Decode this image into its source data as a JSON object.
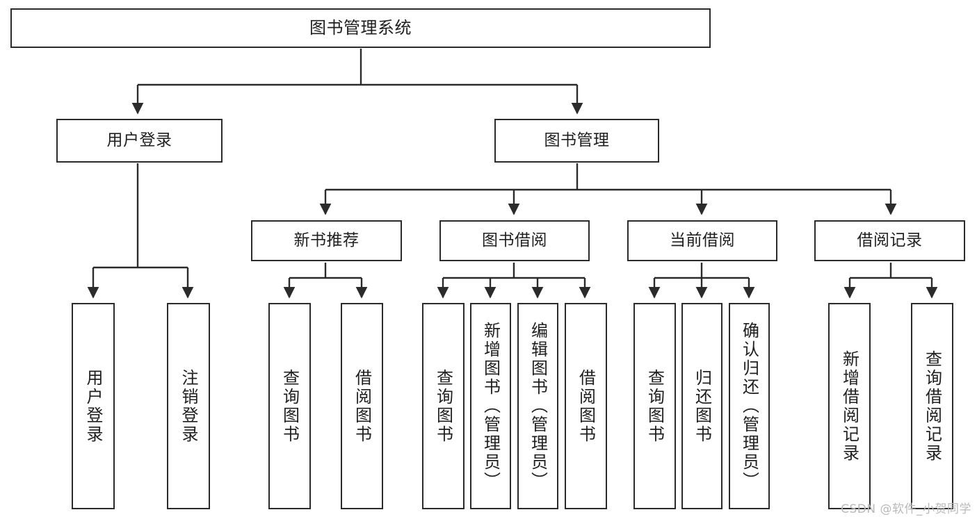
{
  "diagram": {
    "title": "图书管理系统",
    "type": "tree-hierarchy",
    "watermark": "CSDN @软件_小贺同学",
    "colors": {
      "box_border": "#2b2b2b",
      "box_fill": "#ffffff",
      "edge": "#2b2b2b",
      "text": "#1f1f1f",
      "watermark": "#b9b9b9",
      "background": "#ffffff"
    },
    "nodes": {
      "root": {
        "label": "图书管理系统"
      },
      "level1": [
        {
          "id": "user-login",
          "label": "用户登录"
        },
        {
          "id": "book-manage",
          "label": "图书管理"
        }
      ],
      "level2": [
        {
          "id": "new-book-recommend",
          "label": "新书推荐"
        },
        {
          "id": "book-borrow",
          "label": "图书借阅"
        },
        {
          "id": "current-borrow",
          "label": "当前借阅"
        },
        {
          "id": "borrow-record",
          "label": "借阅记录"
        }
      ],
      "leaves": {
        "user-login": [
          {
            "id": "leaf-user-login",
            "label": "用户登录"
          },
          {
            "id": "leaf-user-logout",
            "label": "注销登录"
          }
        ],
        "new-book-recommend": [
          {
            "id": "leaf-query-book-1",
            "label": "查询图书"
          },
          {
            "id": "leaf-borrow-book-1",
            "label": "借阅图书"
          }
        ],
        "book-borrow": [
          {
            "id": "leaf-query-book-2",
            "label": "查询图书"
          },
          {
            "id": "leaf-add-book",
            "label": "新增图书（管理员）"
          },
          {
            "id": "leaf-edit-book",
            "label": "编辑图书（管理员）"
          },
          {
            "id": "leaf-borrow-book-2",
            "label": "借阅图书"
          }
        ],
        "current-borrow": [
          {
            "id": "leaf-query-book-3",
            "label": "查询图书"
          },
          {
            "id": "leaf-return-book",
            "label": "归还图书"
          },
          {
            "id": "leaf-confirm-return",
            "label": "确认归还（管理员）"
          }
        ],
        "borrow-record": [
          {
            "id": "leaf-add-record",
            "label": "新增借阅记录"
          },
          {
            "id": "leaf-query-record",
            "label": "查询借阅记录"
          }
        ]
      }
    }
  }
}
